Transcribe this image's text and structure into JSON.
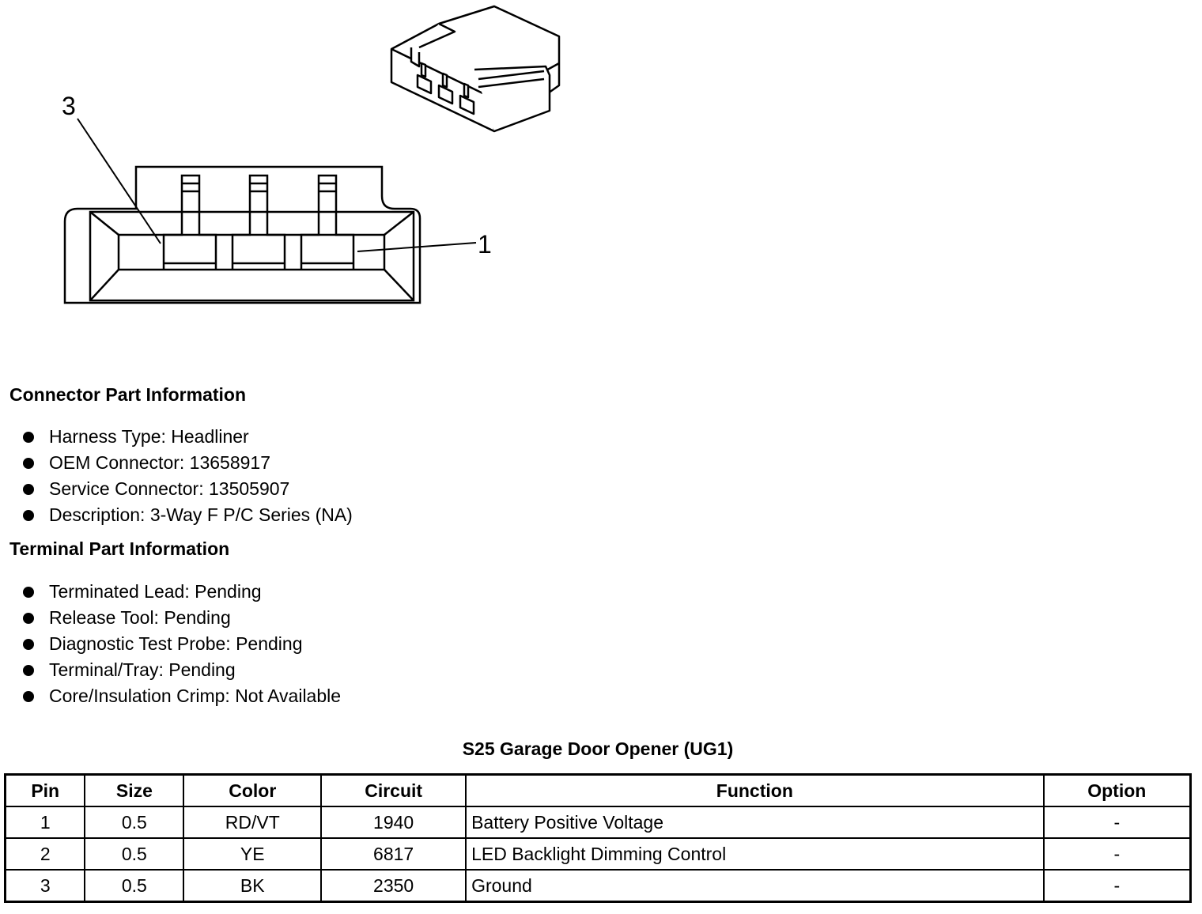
{
  "diagram": {
    "callouts": [
      "3",
      "1"
    ]
  },
  "connector_section": {
    "title": "Connector Part Information",
    "items": [
      "Harness Type: Headliner",
      "OEM Connector: 13658917",
      "Service Connector: 13505907",
      "Description: 3-Way F P/C Series (NA)"
    ]
  },
  "terminal_section": {
    "title": "Terminal Part Information",
    "items": [
      "Terminated Lead: Pending",
      "Release Tool: Pending",
      "Diagnostic Test Probe: Pending",
      "Terminal/Tray: Pending",
      "Core/Insulation Crimp: Not Available"
    ]
  },
  "pin_table": {
    "title": "S25 Garage Door Opener (UG1)",
    "headers": [
      "Pin",
      "Size",
      "Color",
      "Circuit",
      "Function",
      "Option"
    ],
    "rows": [
      [
        "1",
        "0.5",
        "RD/VT",
        "1940",
        "Battery Positive Voltage",
        "-"
      ],
      [
        "2",
        "0.5",
        "YE",
        "6817",
        "LED Backlight Dimming Control",
        "-"
      ],
      [
        "3",
        "0.5",
        "BK",
        "2350",
        "Ground",
        "-"
      ]
    ]
  }
}
